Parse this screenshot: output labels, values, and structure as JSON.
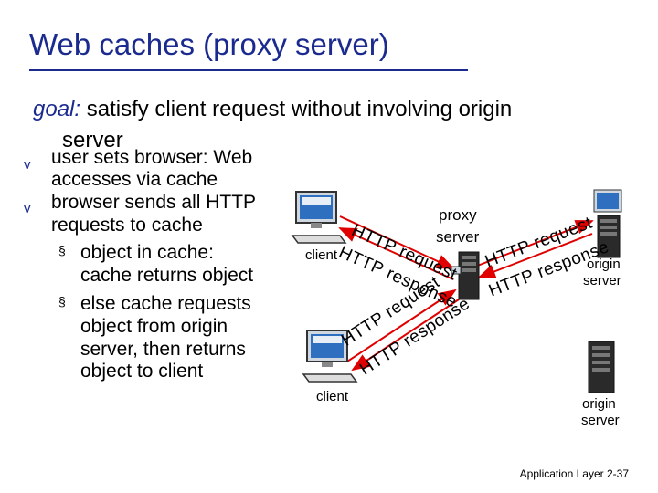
{
  "slide": {
    "title": "Web caches (proxy server)",
    "goal_label": "goal:",
    "goal_text": " satisfy client request without involving origin",
    "goal_text_wrap": "server"
  },
  "bullets": [
    {
      "glyph": "v",
      "lines": [
        "user sets browser: Web",
        "accesses via  cache"
      ]
    },
    {
      "glyph": "v",
      "lines": [
        "browser sends all HTTP",
        "requests to cache"
      ]
    }
  ],
  "sub_bullets": [
    {
      "glyph": "§",
      "lines": [
        "object in cache:",
        "cache returns object"
      ]
    },
    {
      "glyph": "§",
      "lines": [
        "else cache requests",
        "object from origin",
        "server, then returns",
        "object to client"
      ]
    }
  ],
  "diagram": {
    "proxy_label": "proxy",
    "server_label": "server",
    "client_label": "client",
    "origin_label": "origin",
    "origin_server_label": "server",
    "http": "HTTP",
    "request": "request",
    "response": "response"
  },
  "footer": "Application Layer 2-37",
  "colors": {
    "title": "#1a2a8f",
    "arrow": "#e00000"
  }
}
